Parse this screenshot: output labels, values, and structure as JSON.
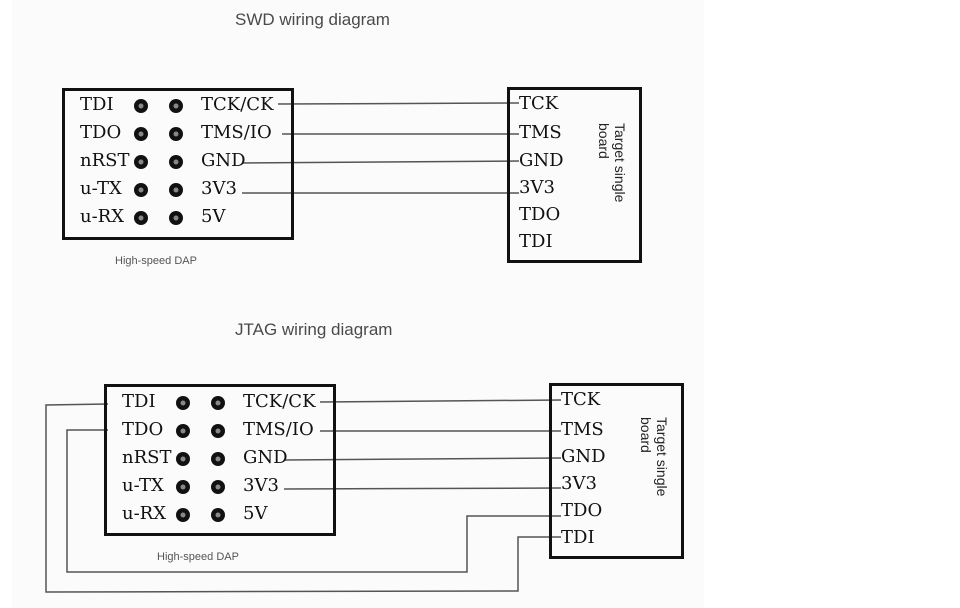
{
  "swd": {
    "title": "SWD wiring diagram",
    "dap_caption": "High-speed DAP",
    "dap_left_pins": [
      "TDI",
      "TDO",
      "nRST",
      "u-TX",
      "u-RX"
    ],
    "dap_right_pins": [
      "TCK/CK",
      "TMS/IO",
      "GND",
      "3V3",
      "5V"
    ],
    "target_pins": [
      "TCK",
      "TMS",
      "GND",
      "3V3",
      "TDO",
      "TDI"
    ],
    "target_label": [
      "Target single",
      "board"
    ]
  },
  "jtag": {
    "title": "JTAG wiring diagram",
    "dap_caption": "High-speed DAP",
    "dap_left_pins": [
      "TDI",
      "TDO",
      "nRST",
      "u-TX",
      "u-RX"
    ],
    "dap_right_pins": [
      "TCK/CK",
      "TMS/IO",
      "GND",
      "3V3",
      "5V"
    ],
    "target_pins": [
      "TCK",
      "TMS",
      "GND",
      "3V3",
      "TDO",
      "TDI"
    ],
    "target_label": [
      "Target single",
      "board"
    ]
  }
}
